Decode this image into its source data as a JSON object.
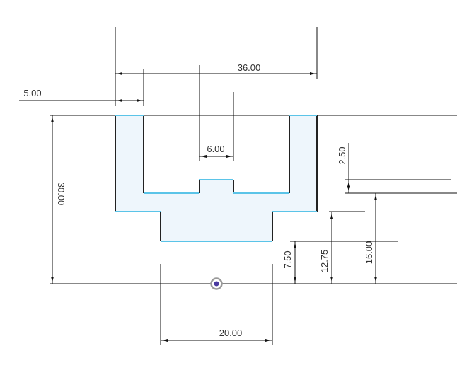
{
  "colors": {
    "profile_fill": "#eef6fc",
    "edge_dark": "#222222",
    "edge_highlight": "#5bc4e8",
    "dim_line": "#111111",
    "dim_text": "#333333",
    "origin_ring": "#9a9a9a",
    "origin_dot": "#4a3aa0"
  },
  "dimensions": {
    "d_width_36": "36.00",
    "d_wall_5": "5.00",
    "d_slot_6": "6.00",
    "d_step_2_5": "2.50",
    "d_height_30": "30.00",
    "d_h_16": "16.00",
    "d_h_12_75": "12.75",
    "d_h_7_5": "7.50",
    "d_base_20": "20.00"
  },
  "icons": {
    "origin": "origin-point-icon"
  }
}
